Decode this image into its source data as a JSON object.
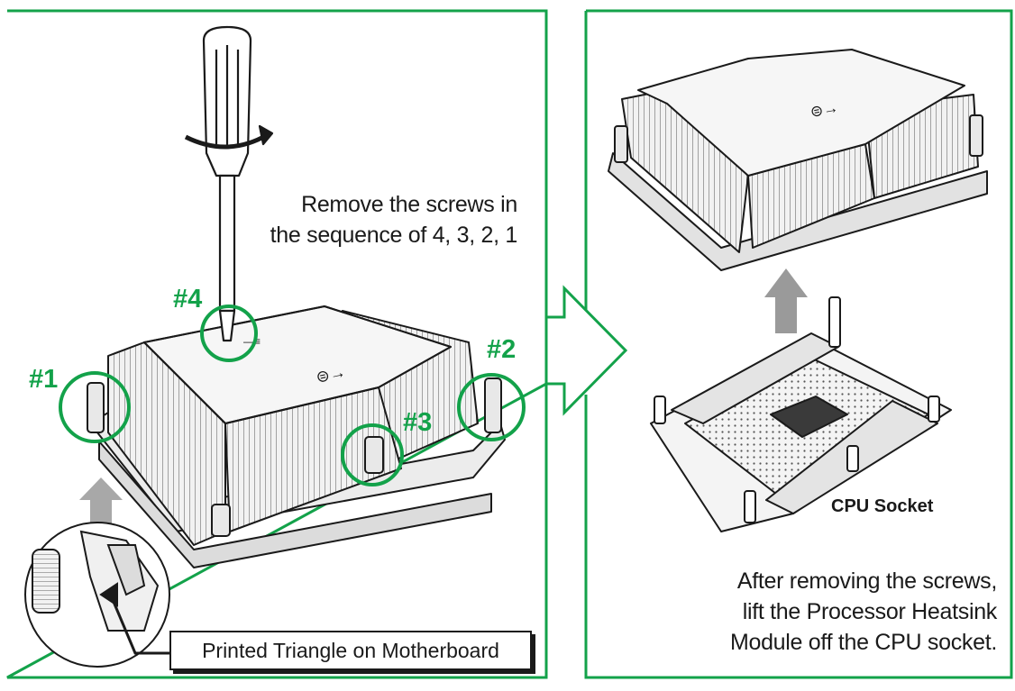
{
  "left_panel": {
    "instruction_line1": "Remove the screws in",
    "instruction_line2": "the sequence of 4, 3, 2, 1",
    "screw_labels": [
      "#4",
      "#1",
      "#2",
      "#3"
    ],
    "callout": "Printed Triangle on Motherboard"
  },
  "right_panel": {
    "socket_label": "CPU Socket",
    "instruction_line1": "After removing the screws,",
    "instruction_line2": "lift the Processor Heatsink",
    "instruction_line3": "Module off the CPU socket."
  },
  "colors": {
    "accent_green": "#13a24a",
    "line": "#1a1a1a",
    "fin": "#cfcfcf",
    "arrow_grey": "#9a9a9a"
  }
}
